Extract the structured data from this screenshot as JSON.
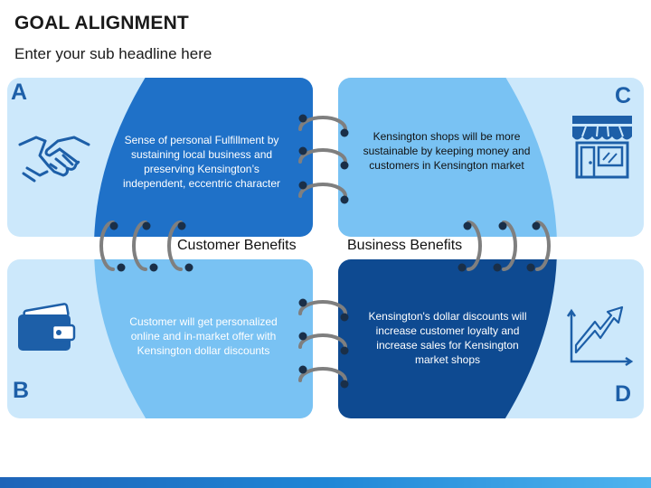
{
  "header": {
    "title": "GOAL ALIGNMENT",
    "subtitle": "Enter your sub headline here"
  },
  "colors": {
    "light_panel": "#cce8fb",
    "blue_panel": "#1f71c8",
    "sky_panel": "#79c2f3",
    "dark_panel": "#0e4a91",
    "letter": "#1d5fa8",
    "ring": "#7f7f7f",
    "dot": "#1a2f48"
  },
  "quadrants": {
    "a": {
      "letter": "A",
      "text": "Sense of personal Fulfillment by sustaining local business and preserving Kensington’s independent, eccentric character",
      "icon": "handshake-icon"
    },
    "b": {
      "letter": "B",
      "text": "Customer will get personalized online and in-market offer with Kensington dollar discounts",
      "icon": "wallet-icon"
    },
    "c": {
      "letter": "C",
      "text": "Kensington shops will be more sustainable by keeping money and customers in Kensington market",
      "icon": "storefront-icon"
    },
    "d": {
      "letter": "D",
      "text": "Kensington's dollar discounts will increase customer loyalty and increase sales for Kensington market  shops",
      "icon": "growth-chart-icon"
    }
  },
  "labels": {
    "left": "Customer Benefits",
    "right": "Business Benefits"
  }
}
